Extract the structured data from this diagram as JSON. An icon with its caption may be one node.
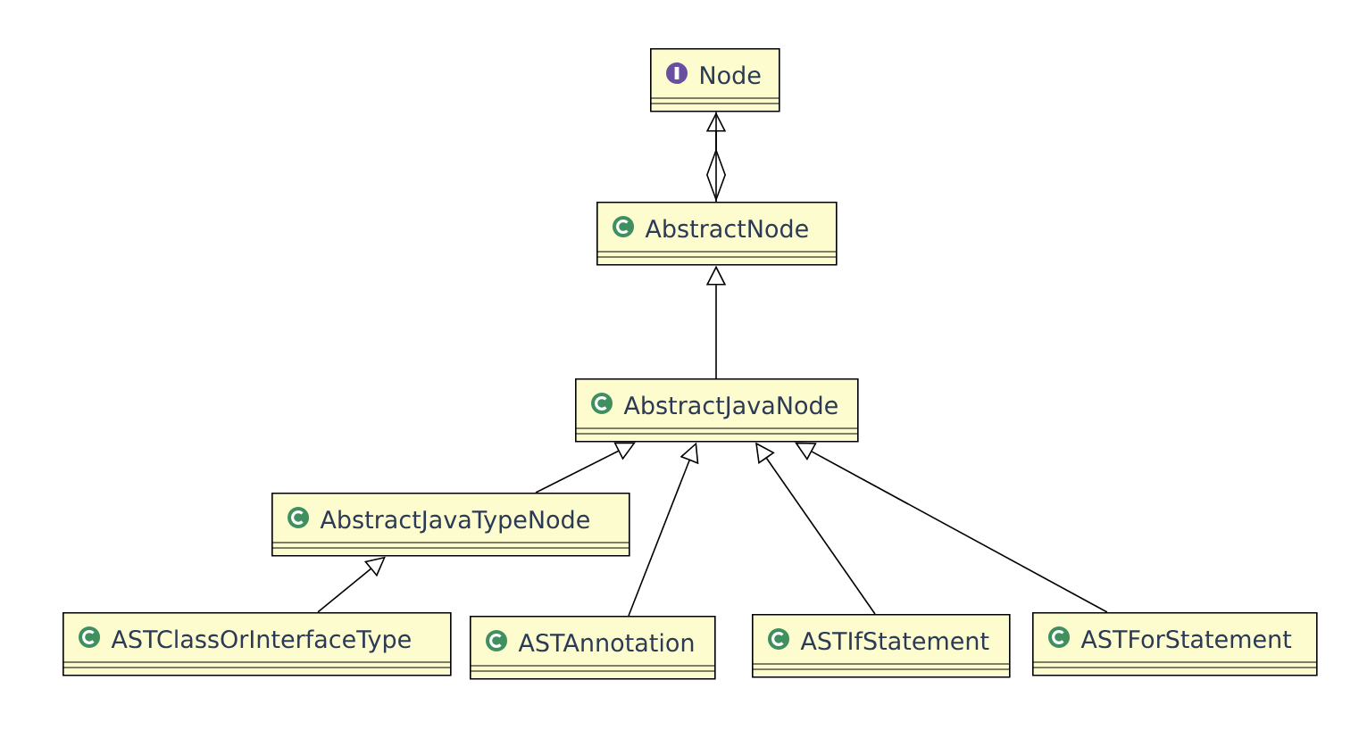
{
  "diagram": {
    "nodes": [
      {
        "text": [
          "Node"
        ]
      },
      {
        "text": [
          "AbstractNode"
        ]
      },
      {
        "text": [
          "AbstractJavaNode"
        ]
      },
      {
        "text": [
          "AbstractJavaTypeNode"
        ]
      },
      {
        "text": [
          "ASTClassOrInterfaceType"
        ]
      },
      {
        "text": [
          "ASTAnnotation"
        ]
      },
      {
        "text": [
          "ASTIfStatement"
        ]
      },
      {
        "text": [
          "ASTForStatement"
        ]
      }
    ],
    "edges": [
      {
        "from": 1,
        "to": 0,
        "arrow": "to"
      },
      {
        "from": 0,
        "to": 1,
        "arrow": "other"
      },
      {
        "from": 2,
        "to": 1,
        "arrow": "to"
      },
      {
        "from": 3,
        "to": 2,
        "arrow": "to"
      },
      {
        "from": 4,
        "to": 3,
        "arrow": "to"
      },
      {
        "from": 5,
        "to": 2,
        "arrow": "to"
      },
      {
        "from": 6,
        "to": 2,
        "arrow": "to"
      },
      {
        "from": 7,
        "to": 2,
        "arrow": "to"
      }
    ]
  }
}
